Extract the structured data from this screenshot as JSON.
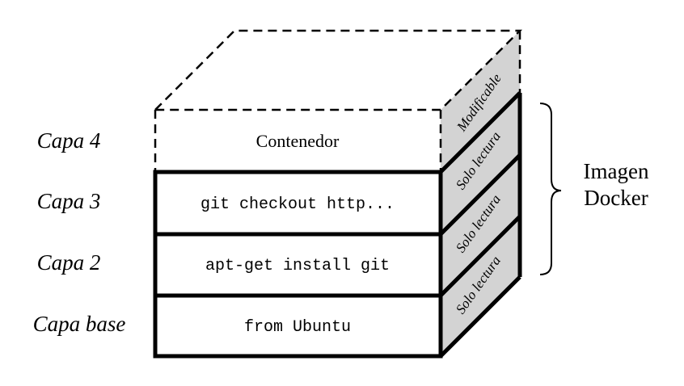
{
  "layers": [
    {
      "label": "Capa 4",
      "content": "Contenedor",
      "side": "Modificable"
    },
    {
      "label": "Capa 3",
      "content": "git checkout http...",
      "side": "Solo lectura"
    },
    {
      "label": "Capa 2",
      "content": "apt-get install git",
      "side": "Solo lectura"
    },
    {
      "label": "Capa base",
      "content": "from Ubuntu",
      "side": "Solo lectura"
    }
  ],
  "top_side_label": "Modificable",
  "brace_label": {
    "line1": "Imagen",
    "line2": "Docker"
  },
  "colors": {
    "side_fill": "#d3d3d3",
    "stroke": "#000000",
    "background": "#ffffff"
  }
}
